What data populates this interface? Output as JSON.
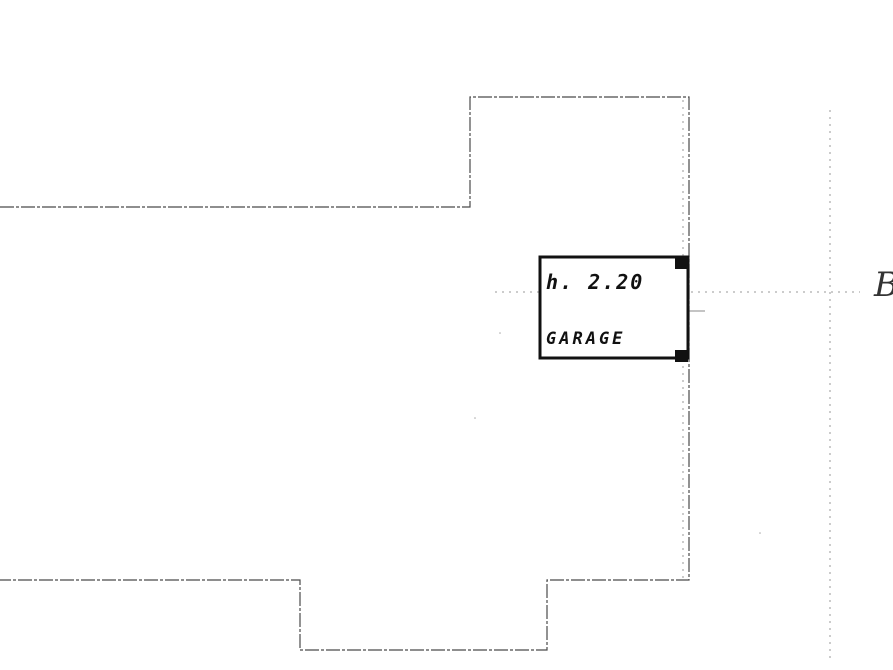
{
  "room": {
    "level_label": "h. 2.20",
    "name": "GARAGE"
  },
  "edge_glyph": "B"
}
